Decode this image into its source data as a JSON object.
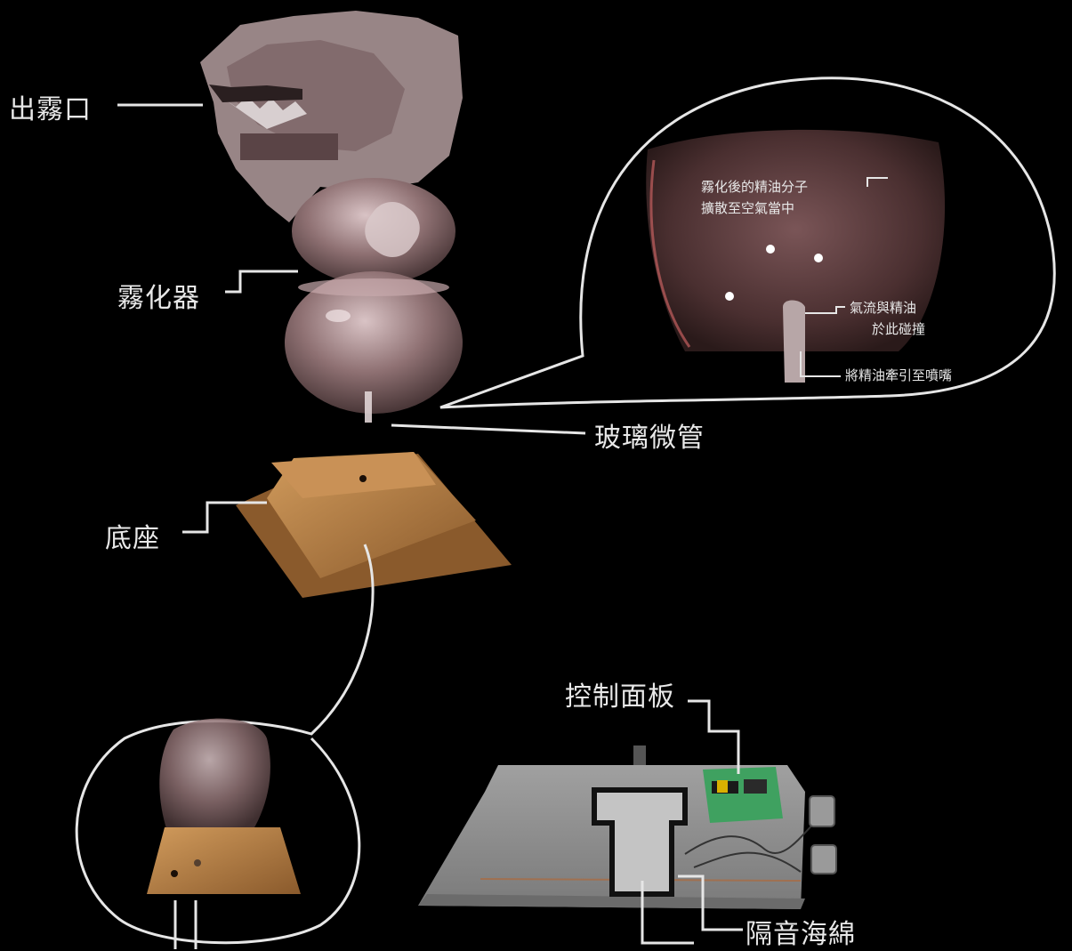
{
  "labels": {
    "outlet": "出霧口",
    "atomizer": "霧化器",
    "glass_tube": "玻璃微管",
    "base": "底座",
    "control_panel": "控制面板",
    "sound_sponge": "隔音海綿"
  },
  "callout": {
    "line1": "霧化後的精油分子",
    "line2": "擴散至空氣當中",
    "airflow_line1": "氣流與精油",
    "airflow_line2": "於此碰撞",
    "oil_draw": "將精油牽引至噴嘴"
  },
  "colors": {
    "background": "#000000",
    "line": "#e6e6e6",
    "glass": "#b89a9c",
    "wood": "#b9824a",
    "device": "#8d8d8d",
    "board": "#3fa160"
  }
}
